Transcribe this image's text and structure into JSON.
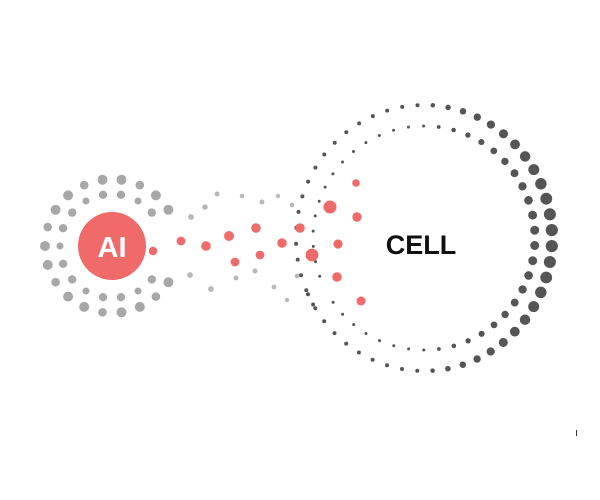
{
  "logo": {
    "ai_label": "AI",
    "cell_label": "CELL",
    "colors": {
      "accent": "#f06a6a",
      "light_gray": "#a8a8a8",
      "dark_gray": "#555555",
      "text_dark": "#111111",
      "text_light": "#ffffff"
    },
    "icons": {
      "ai_badge": "ai-circle-badge",
      "dots": "dotted-ring-pattern"
    }
  }
}
